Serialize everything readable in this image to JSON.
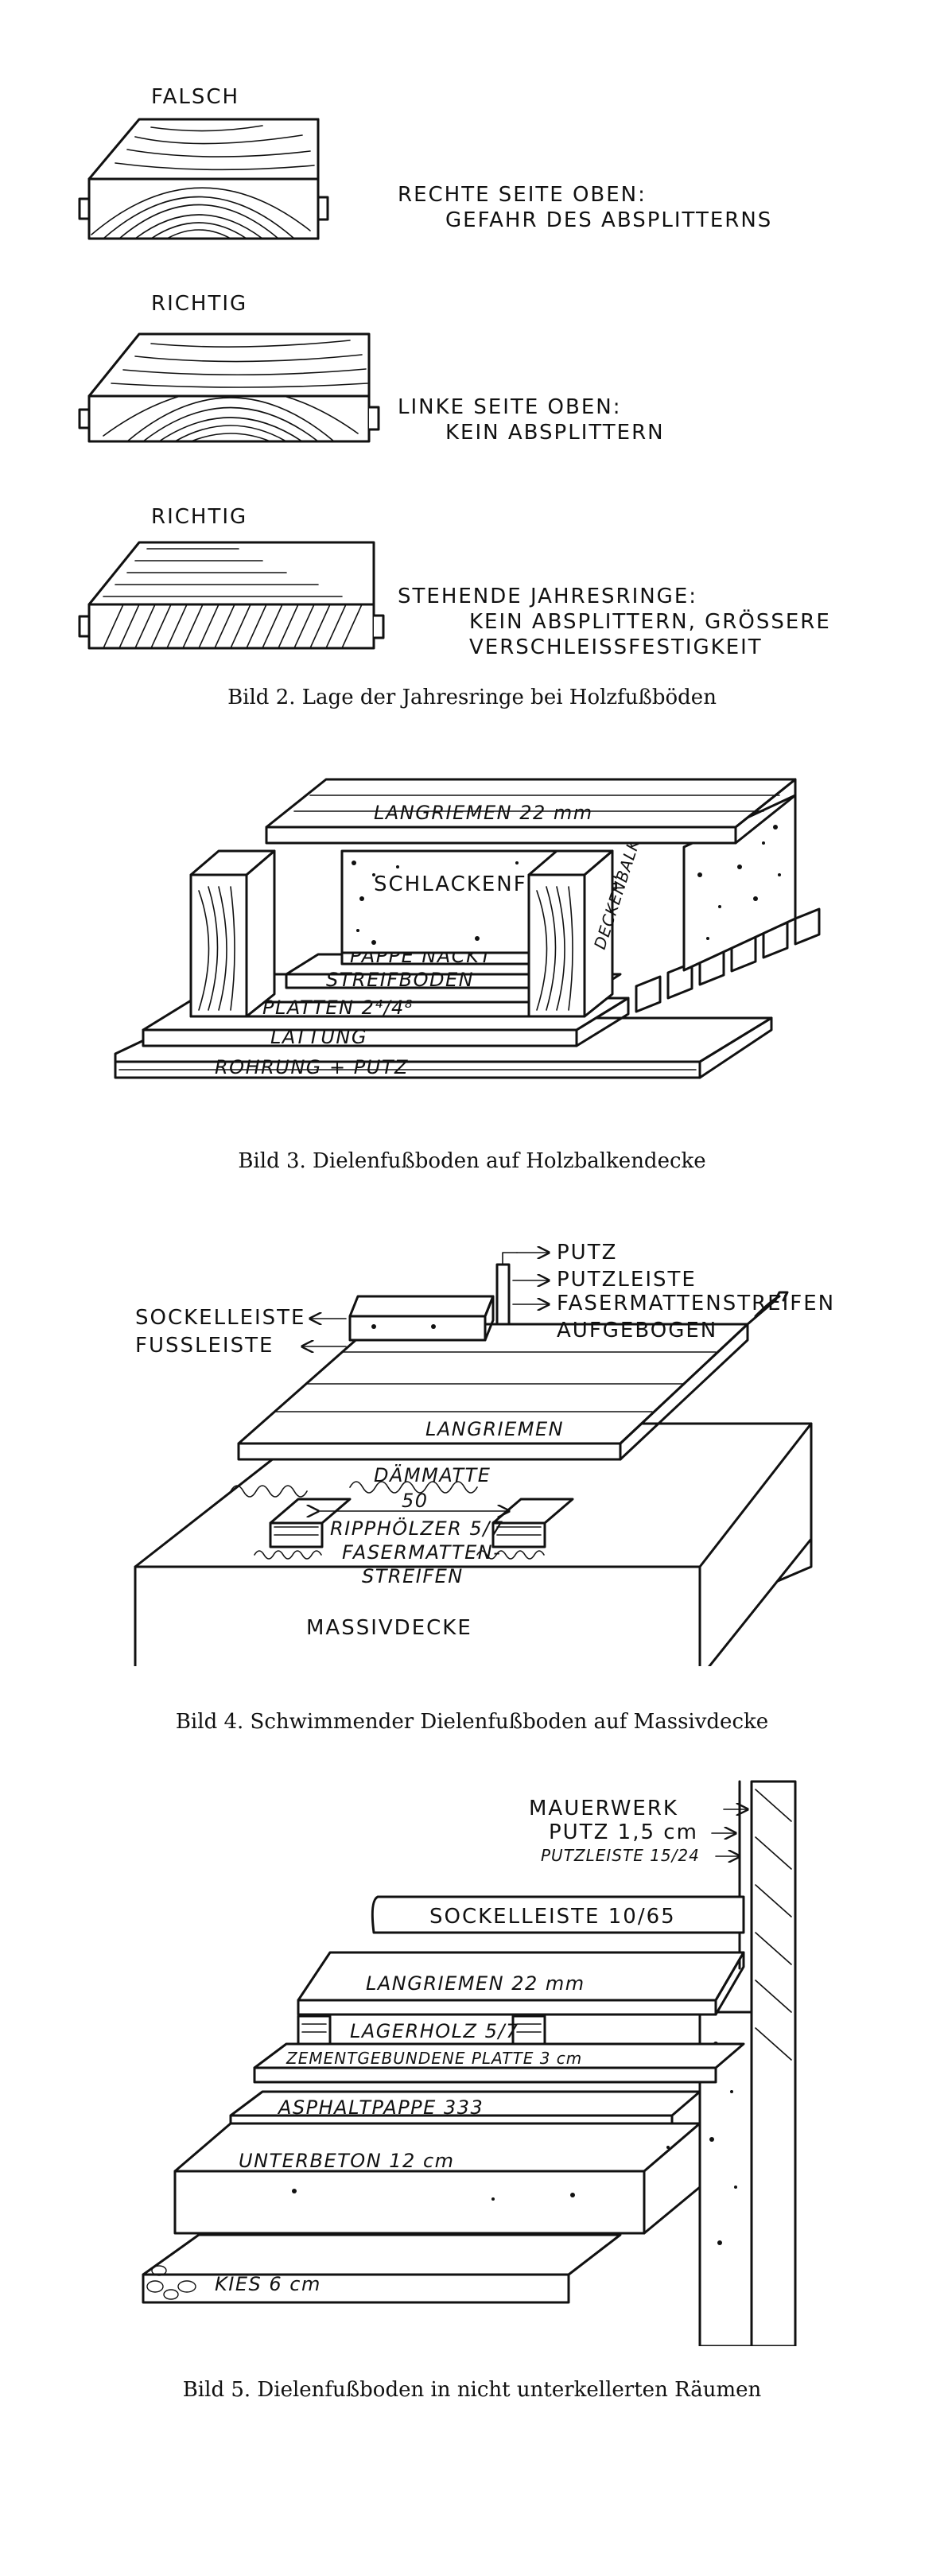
{
  "fig2": {
    "panels": [
      {
        "heading": "FALSCH",
        "line1": "RECHTE SEITE OBEN:",
        "line2": "GEFAHR DES ABSPLITTERNS",
        "line3": ""
      },
      {
        "heading": "RICHTIG",
        "line1": "LINKE SEITE OBEN:",
        "line2": "KEIN ABSPLITTERN",
        "line3": ""
      },
      {
        "heading": "RICHTIG",
        "line1": "STEHENDE JAHRESRINGE:",
        "line2": "KEIN ABSPLITTERN, GRÖSSERE",
        "line3": "VERSCHLEISSFESTIGKEIT"
      }
    ],
    "caption": "Bild 2. Lage der Jahresringe bei Holzfußböden"
  },
  "fig3": {
    "labels": {
      "langriemen": "LANGRIEMEN 22 mm",
      "schlacke": "SCHLACKENFÜLLUNG",
      "deckenbalken": "DECKENBALKEN",
      "pappe": "PAPPE NACKT",
      "streifboden": "STREIFBODEN",
      "platten": "PLATTEN 2⁴/4⁸",
      "lattung": "LATTUNG",
      "rohrung": "ROHRUNG + PUTZ"
    },
    "caption": "Bild 3. Dielenfußboden auf Holzbalkendecke"
  },
  "fig4": {
    "labels": {
      "putz": "PUTZ",
      "putzleiste": "PUTZLEISTE",
      "fasermattenstreifen_top": "FASERMATTENSTREIFEN",
      "aufgebogen": "AUFGEBOGEN",
      "sockelleiste": "SOCKELLEISTE",
      "fussleiste": "FUSSLEISTE",
      "langriemen": "LANGRIEMEN",
      "daemmatte": "DÄMMATTE",
      "dimension": "50",
      "rippholzer": "RIPPHÖLZER 5/7",
      "faser1": "FASERMATTEN-",
      "faser2": "STREIFEN",
      "massivdecke": "MASSIVDECKE"
    },
    "caption": "Bild 4. Schwimmender Dielenfußboden auf Massivdecke"
  },
  "fig5": {
    "labels": {
      "mauerwerk": "MAUERWERK",
      "putz": "PUTZ 1,5 cm",
      "putzleiste": "PUTZLEISTE 15/24",
      "sockelleiste": "SOCKELLEISTE 10/65",
      "langriemen": "LANGRIEMEN 22 mm",
      "lagerholz": "LAGERHOLZ 5/7",
      "zement": "ZEMENTGEBUNDENE PLATTE 3 cm",
      "asphalt": "ASPHALTPAPPE 333",
      "unterbeton": "UNTERBETON 12 cm",
      "kies": "KIES 6 cm"
    },
    "caption": "Bild 5. Dielenfußboden in nicht unterkellerten Räumen"
  }
}
